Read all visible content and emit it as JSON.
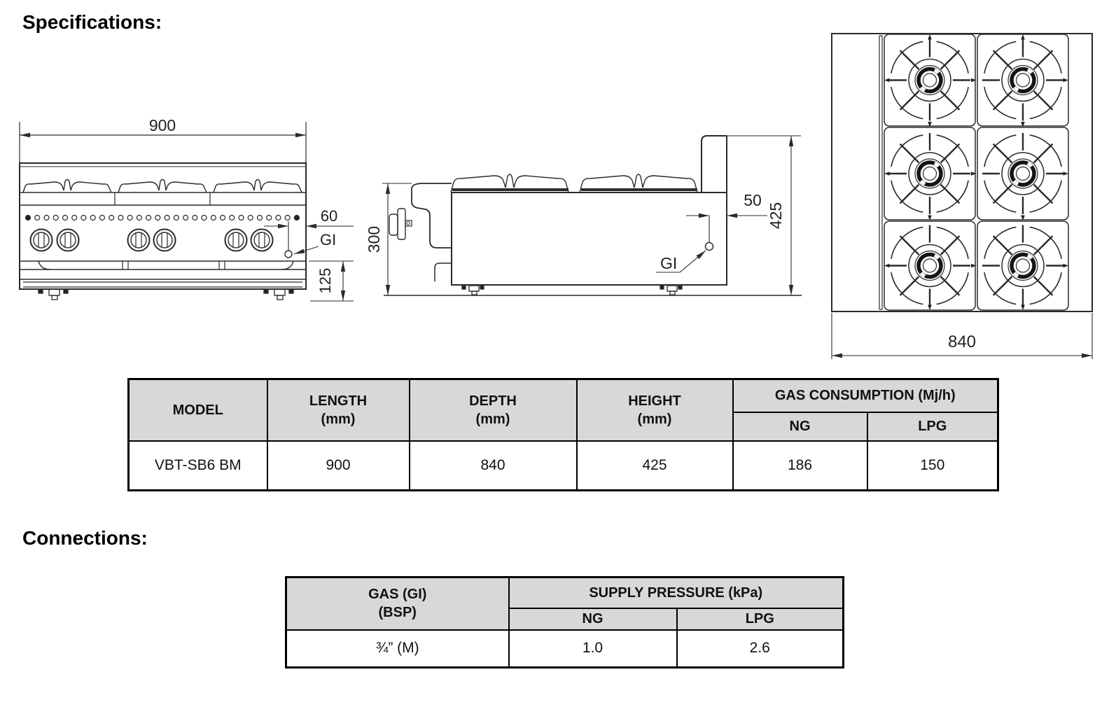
{
  "headings": {
    "specifications": "Specifications:",
    "connections": "Connections:"
  },
  "front_view": {
    "width_dim": "900",
    "inlet_offset_dim": "60",
    "gas_inlet_label": "GI",
    "base_height_dim": "125"
  },
  "side_view": {
    "body_height_dim": "300",
    "inlet_offset_dim": "50",
    "overall_height_dim": "425",
    "gas_inlet_label": "GI"
  },
  "top_view": {
    "depth_dim": "840"
  },
  "spec_table": {
    "headers": {
      "model": "MODEL",
      "length_line1": "LENGTH",
      "length_line2": "(mm)",
      "depth_line1": "DEPTH",
      "depth_line2": "(mm)",
      "height_line1": "HEIGHT",
      "height_line2": "(mm)",
      "gas_consumption": "GAS CONSUMPTION (Mj/h)",
      "ng": "NG",
      "lpg": "LPG"
    },
    "row": {
      "model": "VBT-SB6 BM",
      "length": "900",
      "depth": "840",
      "height": "425",
      "ng": "186",
      "lpg": "150"
    }
  },
  "connections_table": {
    "headers": {
      "gas_line1": "GAS (GI)",
      "gas_line2": "(BSP)",
      "supply_pressure": "SUPPLY PRESSURE (kPa)",
      "ng": "NG",
      "lpg": "LPG"
    },
    "row": {
      "gas": "¾” (M)",
      "ng": "1.0",
      "lpg": "2.6"
    }
  },
  "colors": {
    "table_header_bg": "#d8d8d8",
    "drawing_line": "#2a2a2a",
    "text": "#111111"
  }
}
